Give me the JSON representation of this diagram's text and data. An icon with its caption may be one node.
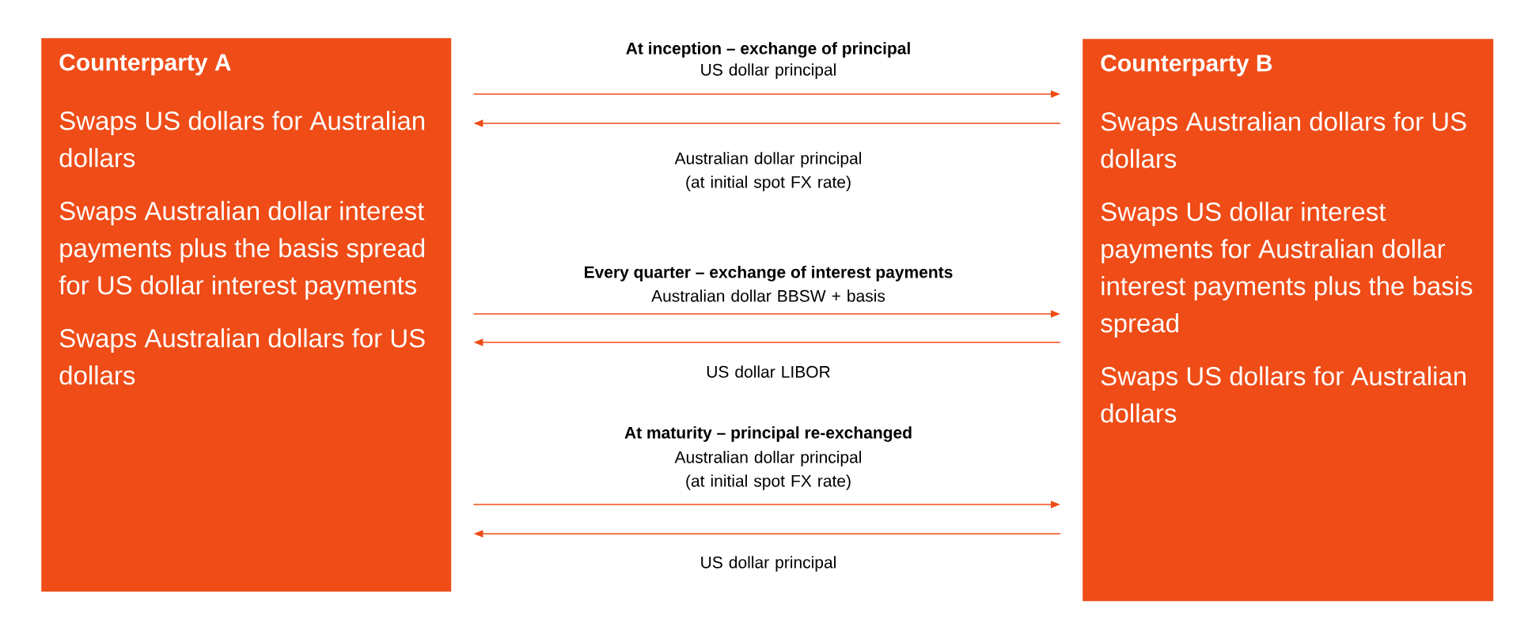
{
  "diagram": {
    "nodes": [
      {
        "text": [
          "Counterparty A",
          "Swaps US dollars for Australian dollars",
          "Swaps Australian dollar interest payments plus the basis spread for US dollar interest payments",
          "Swaps Australian dollars for US dollars"
        ]
      },
      {
        "text": [
          "Counterparty B",
          "Swaps Australian dollars for US dollars",
          "Swaps US dollar interest payments for Australian dollar interest payments plus the basis spread",
          "Swaps US dollars for Australian dollars"
        ]
      }
    ],
    "edges": [
      {
        "from": 0,
        "to": 1,
        "arrow": "to",
        "label": "US dollar principal"
      },
      {
        "from": 1,
        "to": 0,
        "arrow": "to",
        "label": "Australian dollar principal (at initial spot FX rate)"
      },
      {
        "from": 0,
        "to": 1,
        "arrow": "to",
        "label": "Australian dollar BBSW + basis"
      },
      {
        "from": 1,
        "to": 0,
        "arrow": "to",
        "label": "US dollar LIBOR"
      },
      {
        "from": 0,
        "to": 1,
        "arrow": "to",
        "label": "Australian dollar principal (at initial spot FX rate)"
      },
      {
        "from": 1,
        "to": 0,
        "arrow": "to",
        "label": "US dollar principal"
      }
    ],
    "labels": [
      "At inception – exchange of principal",
      "Every quarter – exchange of interest payments",
      "At maturity – principal re-exchanged"
    ]
  }
}
